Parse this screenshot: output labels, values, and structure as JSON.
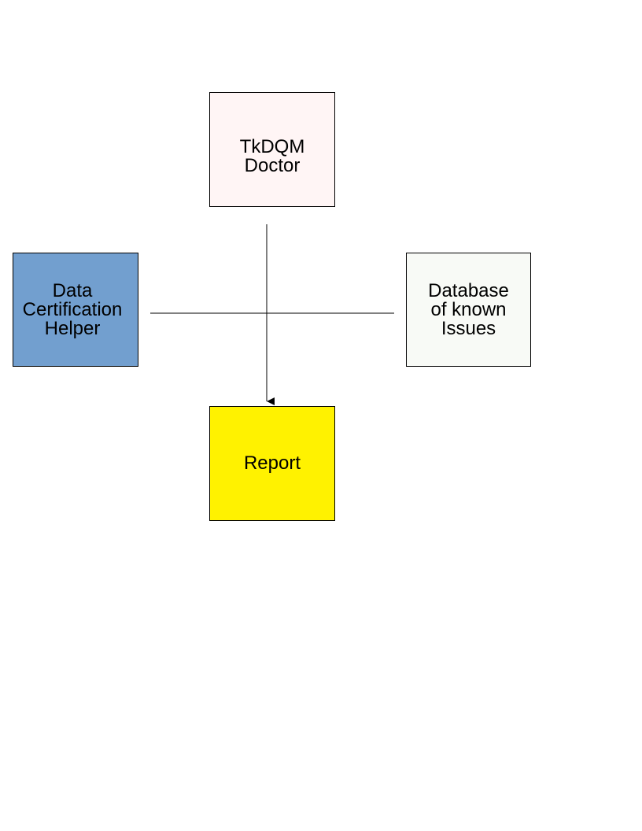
{
  "diagram": {
    "nodes": {
      "doctor": {
        "label": "TkDQM\nDoctor",
        "fill": "#fff5f5"
      },
      "helper": {
        "label": "Data\nCertification\nHelper",
        "fill": "#729fcf"
      },
      "database": {
        "label": "Database\nof known\nIssues",
        "fill": "#f8faf6"
      },
      "report": {
        "label": "Report",
        "fill": "#fff200"
      }
    },
    "edges": [
      {
        "from": "doctor",
        "to": "report",
        "arrow": true
      },
      {
        "from": "helper",
        "to": "database",
        "arrow": false
      }
    ]
  }
}
